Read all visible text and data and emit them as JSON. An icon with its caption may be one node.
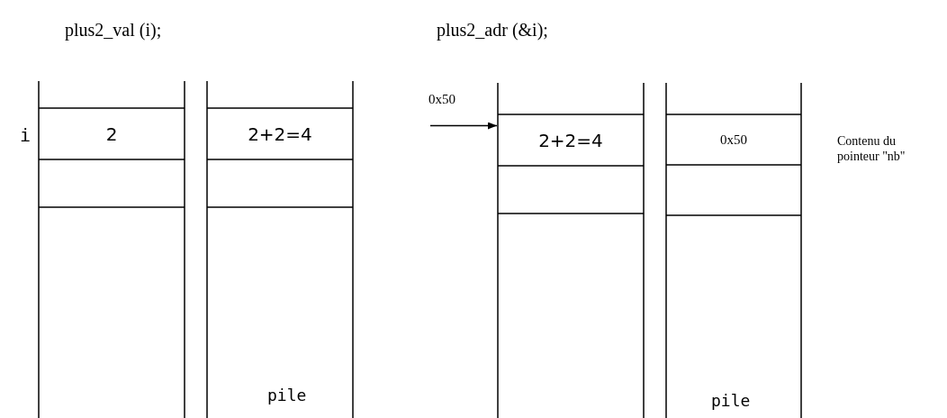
{
  "diagram": {
    "nodes": [
      {
        "text": [
          "2"
        ]
      },
      {
        "text": [
          "2+2=4"
        ]
      },
      {
        "text": [
          "2+2=4"
        ]
      },
      {
        "text": [
          "0x50"
        ]
      }
    ],
    "edges": [
      {
        "from": null,
        "to": 2,
        "arrow": "to"
      }
    ],
    "labels": [
      "plus2_val (i);",
      "plus2_adr (&i);",
      "0x50",
      "i",
      "Contenu du pointeur \"nb\"",
      "pile",
      "pile"
    ]
  }
}
